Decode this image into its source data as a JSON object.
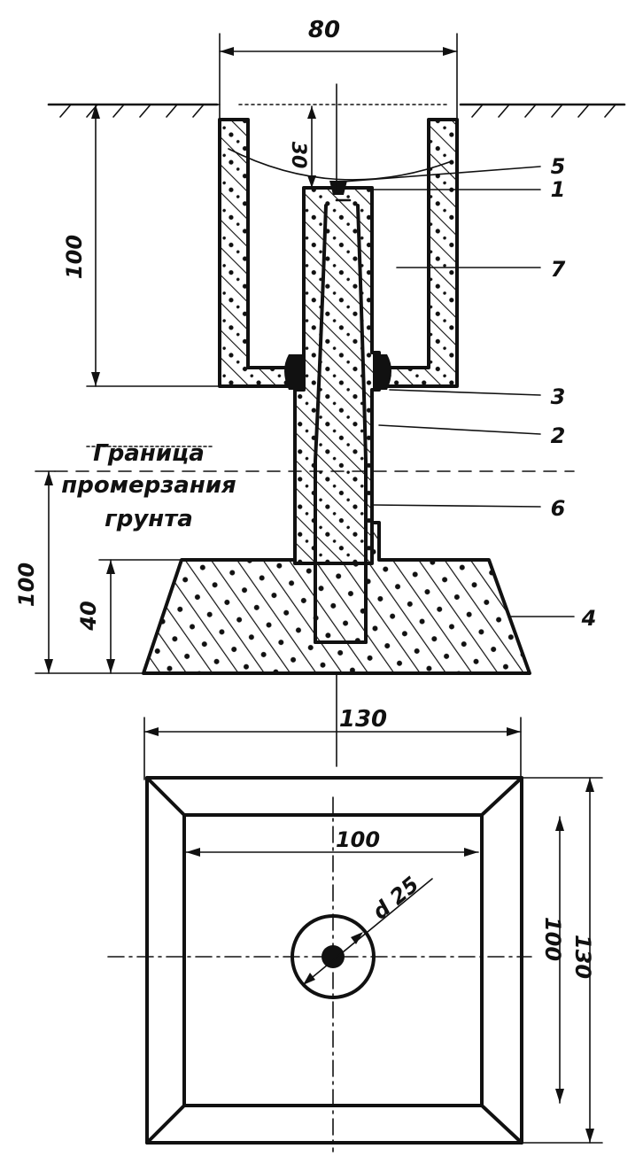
{
  "dimensions": {
    "top_width": "80",
    "upper_depth": "100",
    "gap": "30",
    "lower_depth": "100",
    "footing_height": "40",
    "base_width": "130",
    "inner_width": "100",
    "inner_side": "100",
    "outer_side": "130",
    "post_diameter": "d 25"
  },
  "frost_label": {
    "line1": "Граница",
    "line2": "промерзания",
    "line3": "грунта"
  },
  "callouts": [
    "5",
    "1",
    "7",
    "3",
    "2",
    "6",
    "4"
  ],
  "colors": {
    "ink": "#111111",
    "paper": "#ffffff"
  }
}
